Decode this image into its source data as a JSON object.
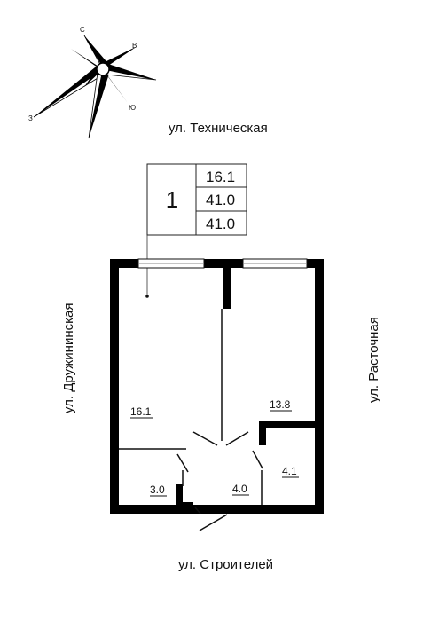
{
  "compass": {
    "north": "С",
    "east": "В",
    "south": "Ю",
    "west": "З"
  },
  "streets": {
    "top": "ул. Техническая",
    "left": "ул. Дружининская",
    "right": "ул. Расточная",
    "bottom": "ул. Строителей"
  },
  "apartment_table": {
    "number": "1",
    "values": [
      "16.1",
      "41.0",
      "41.0"
    ]
  },
  "rooms": [
    {
      "area": "16.1"
    },
    {
      "area": "13.8"
    },
    {
      "area": "3.0"
    },
    {
      "area": "4.0"
    },
    {
      "area": "4.1"
    }
  ],
  "colors": {
    "wall": "#000000",
    "line": "#111111",
    "window": "#888888"
  }
}
